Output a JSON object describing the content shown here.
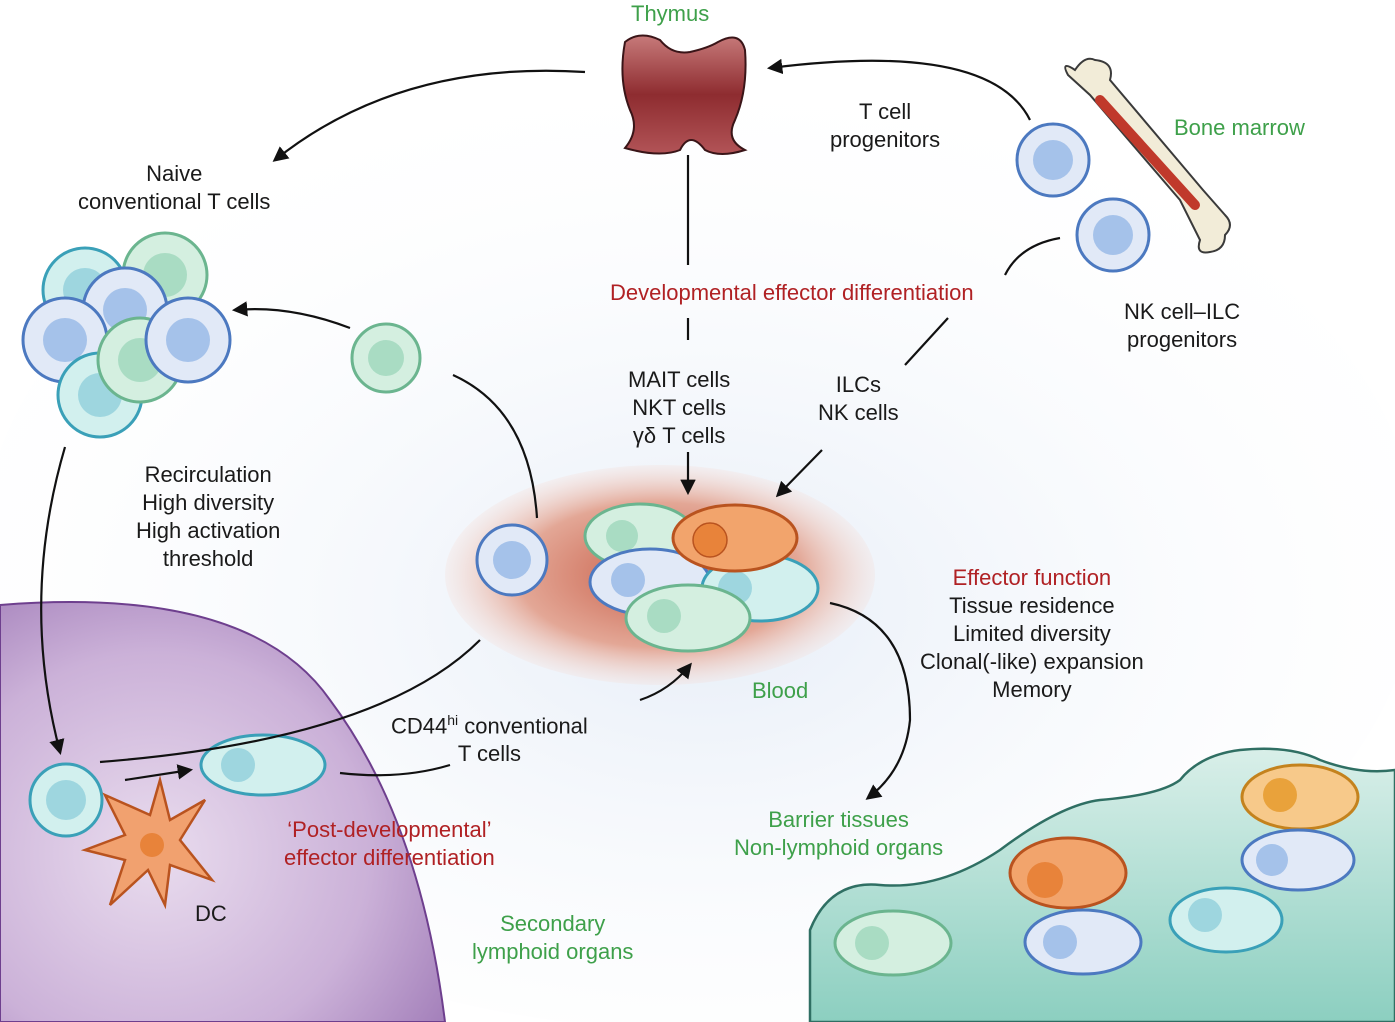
{
  "organs": {
    "thymus": "Thymus",
    "bone_marrow": "Bone marrow",
    "blood": "Blood",
    "barrier": [
      "Barrier tissues",
      "Non-lymphoid organs"
    ],
    "secondary": [
      "Secondary",
      "lymphoid organs"
    ]
  },
  "progenitors": {
    "t_cell": [
      "T cell",
      "progenitors"
    ],
    "nk_ilc": [
      "NK cell–ILC",
      "progenitors"
    ]
  },
  "naive": [
    "Naive",
    "conventional T cells"
  ],
  "naive_traits": [
    "Recirculation",
    "High diversity",
    "High activation",
    "threshold"
  ],
  "developmental": "Developmental effector differentiation",
  "innate_like": [
    "MAIT cells",
    "NKT cells",
    "γδ T cells"
  ],
  "ilc": [
    "ILCs",
    "NK cells"
  ],
  "effector": {
    "title": "Effector function",
    "traits": [
      "Tissue residence",
      "Limited diversity",
      "Clonal(-like) expansion",
      "Memory"
    ]
  },
  "cd44": {
    "prefix": "CD44",
    "sup": "hi",
    "rest": " conventional",
    "line2": "T cells"
  },
  "post_dev": [
    "‘Post-developmental’",
    "effector differentiation"
  ],
  "dc": "DC",
  "colors": {
    "green_label": "#3ea04a",
    "red_label": "#b02124",
    "blue_cell": "#6f9fd6",
    "teal_cell": "#5db8cf",
    "mint_cell": "#7cc8a4",
    "orange_cell": "#e8833a",
    "amber_cell": "#e9a23b",
    "purple_lymphoid": "#8b5fa6",
    "tissue_teal": "#9ad6c8"
  }
}
